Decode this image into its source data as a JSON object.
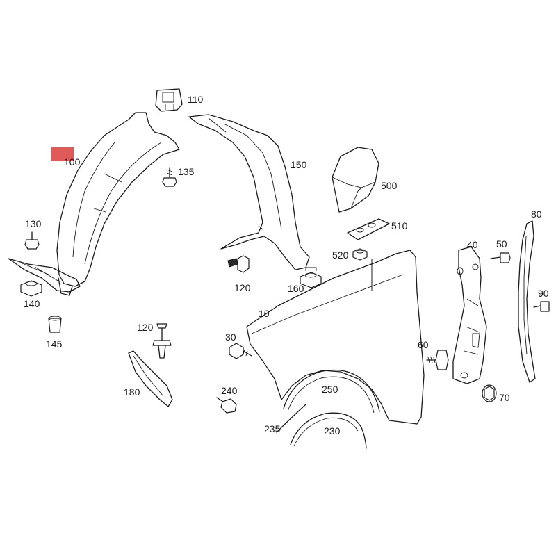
{
  "diagram": {
    "highlight_color": "#e05a5a",
    "labels": {
      "p100": "100",
      "p110": "110",
      "p135": "135",
      "p150": "150",
      "p500": "500",
      "p510": "510",
      "p520": "520",
      "p130": "130",
      "p140": "140",
      "p145": "145",
      "p120a": "120",
      "p160": "160",
      "p10": "10",
      "p40": "40",
      "p50": "50",
      "p80": "80",
      "p90": "90",
      "p60": "60",
      "p70": "70",
      "p120b": "120",
      "p30": "30",
      "p180": "180",
      "p240": "240",
      "p250": "250",
      "p235": "235",
      "p230": "230"
    }
  }
}
